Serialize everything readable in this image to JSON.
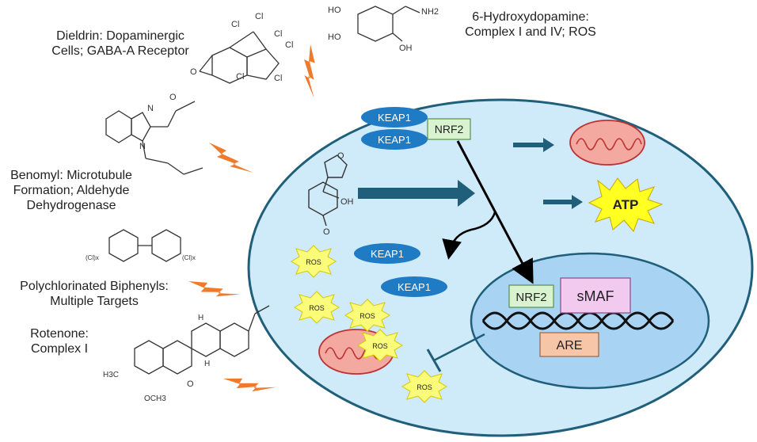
{
  "toxins": {
    "dieldrin": {
      "line1": "Dieldrin: Dopaminergic",
      "line2": "Cells; GABA-A Receptor"
    },
    "hydroxydopamine": {
      "line1": "6-Hydroxydopamine:",
      "line2": "Complex I and IV; ROS"
    },
    "benomyl": {
      "line1": "Benomyl: Microtubule",
      "line2": "Formation; Aldehyde",
      "line3": "Dehydrogenase"
    },
    "pcb": {
      "line1": "Polychlorinated Biphenyls:",
      "line2": "Multiple Targets"
    },
    "rotenone": {
      "line1": "Rotenone:",
      "line2": "Complex I"
    }
  },
  "cell": {
    "keap1": "KEAP1",
    "nrf2": "NRF2",
    "atp": "ATP",
    "ros": "ROS",
    "smaf": "sMAF",
    "are": "ARE"
  },
  "molecule_labels": {
    "cl": "Cl",
    "ho": "HO",
    "nh2": "NH2",
    "oh": "OH",
    "o": "O",
    "n": "N",
    "h": "H",
    "ch3o": "H3C",
    "och3": "OCH3",
    "cl_x": "(Cl)x"
  },
  "colors": {
    "cell_fill": "#cfeaf8",
    "nucleus_fill": "#a9d3f2",
    "keap1_fill": "#1f7bc4",
    "nrf2_fill": "#d9f2d0",
    "smaf_fill": "#f2c9ef",
    "are_fill": "#f7c6a8",
    "arrow_dark": "#1f5f7a",
    "lightning": "#f07a2c",
    "ros_fill": "#fbfb7a",
    "atp_fill": "#ffff22",
    "mito_fill": "#f4a9a0"
  }
}
